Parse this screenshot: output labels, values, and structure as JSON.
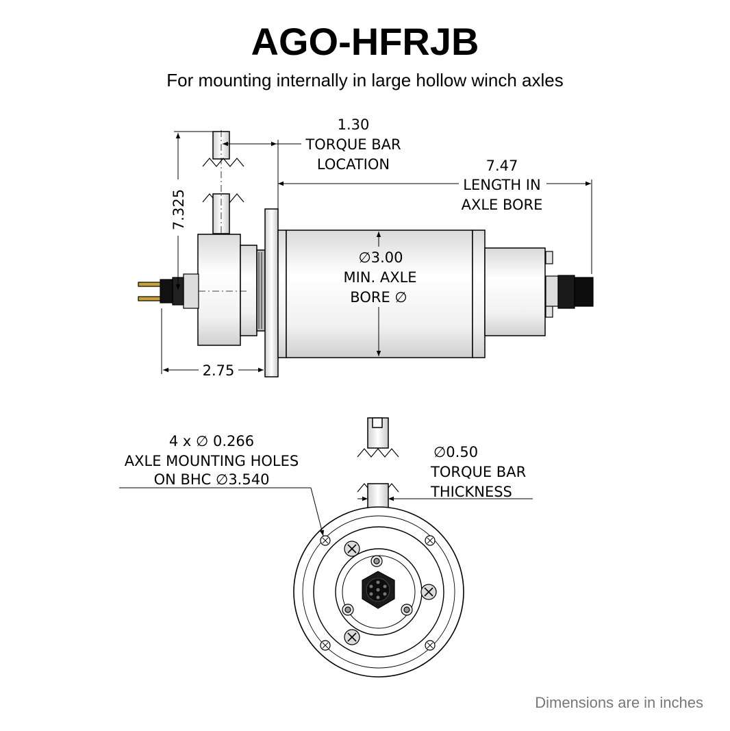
{
  "title": "AGO-HFRJB",
  "subtitle": "For mounting internally in large hollow winch axles",
  "footnote": "Dimensions are in inches",
  "side_view": {
    "torque_bar_location": {
      "value": "1.30",
      "line1": "TORQUE BAR",
      "line2": "LOCATION"
    },
    "length_in_axle_bore": {
      "value": "7.47",
      "line1": "LENGTH IN",
      "line2": "AXLE BORE"
    },
    "min_axle_bore": {
      "value": "3.00",
      "line2": "MIN. AXLE",
      "line3": "BORE"
    },
    "height": {
      "value": "7.325"
    },
    "flange_length": {
      "value": "2.75"
    }
  },
  "end_view": {
    "mounting_holes": {
      "line1": "4 x",
      "line1_value": "0.266",
      "line2": "AXLE MOUNTING HOLES",
      "line3": "ON BHC",
      "line3_value": "3.540"
    },
    "torque_bar_thickness": {
      "value": "0.50",
      "line2": "TORQUE BAR",
      "line3": "THICKNESS"
    }
  },
  "colors": {
    "text": "#000000",
    "footnote": "#777777",
    "body_fill": "#f2f2f2",
    "connector": "#111111",
    "pin": "#c9a13b"
  }
}
